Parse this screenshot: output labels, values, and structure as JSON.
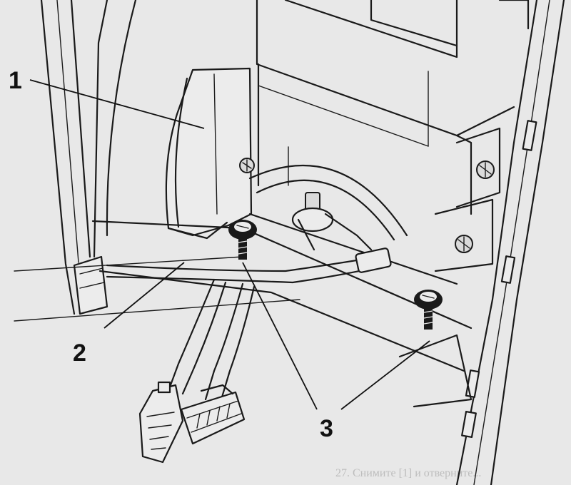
{
  "callouts": {
    "part_1": "1",
    "part_2": "2",
    "part_3": "3"
  },
  "bleed_through_text": "27. Снимите [1] и отверните...",
  "colors": {
    "background": "#e8e8e8",
    "line": "#1a1a1a"
  }
}
